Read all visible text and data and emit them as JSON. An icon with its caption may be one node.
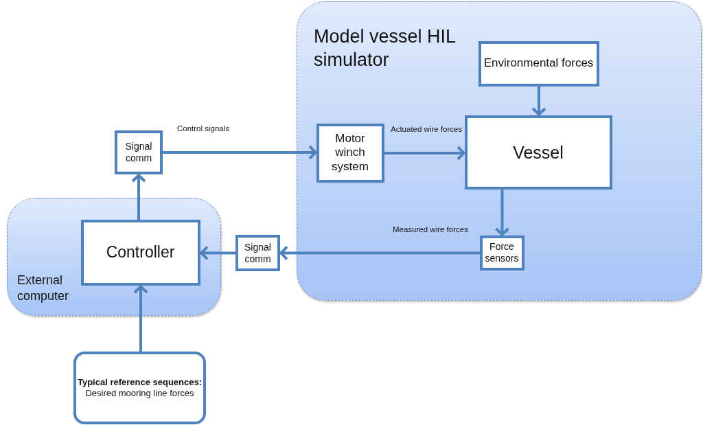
{
  "diagram": {
    "nodes": [
      {
        "text": [
          "Model vessel HIL simulator"
        ]
      },
      {
        "text": [
          "Environmental forces"
        ],
        "in": 0
      },
      {
        "text": [
          "Motor winch system"
        ],
        "in": 0
      },
      {
        "text": [
          "Vessel"
        ],
        "in": 0
      },
      {
        "text": [
          "Force sensors"
        ],
        "in": 0
      },
      {
        "text": [
          "External computer"
        ]
      },
      {
        "text": [
          "Controller"
        ],
        "in": 5
      },
      {
        "text": [
          "Signal comm"
        ]
      },
      {
        "text": [
          "Signal comm"
        ]
      },
      {
        "text": [
          "Typical reference sequences:",
          "Desired mooring line forces"
        ]
      }
    ],
    "edges": [
      {
        "from": 1,
        "to": 3,
        "arrow": "to"
      },
      {
        "from": 2,
        "to": 3,
        "arrow": "to",
        "label": "Actuated wire forces"
      },
      {
        "from": 3,
        "to": 4,
        "arrow": "to"
      },
      {
        "from": 4,
        "to": 8,
        "arrow": "to",
        "label": "Measured wire forces"
      },
      {
        "from": 8,
        "to": 6,
        "arrow": "to"
      },
      {
        "from": 6,
        "to": 7,
        "arrow": "to"
      },
      {
        "from": 7,
        "to": 2,
        "arrow": "to",
        "label": "Control signals"
      },
      {
        "from": 9,
        "to": 6,
        "arrow": "to"
      }
    ]
  }
}
